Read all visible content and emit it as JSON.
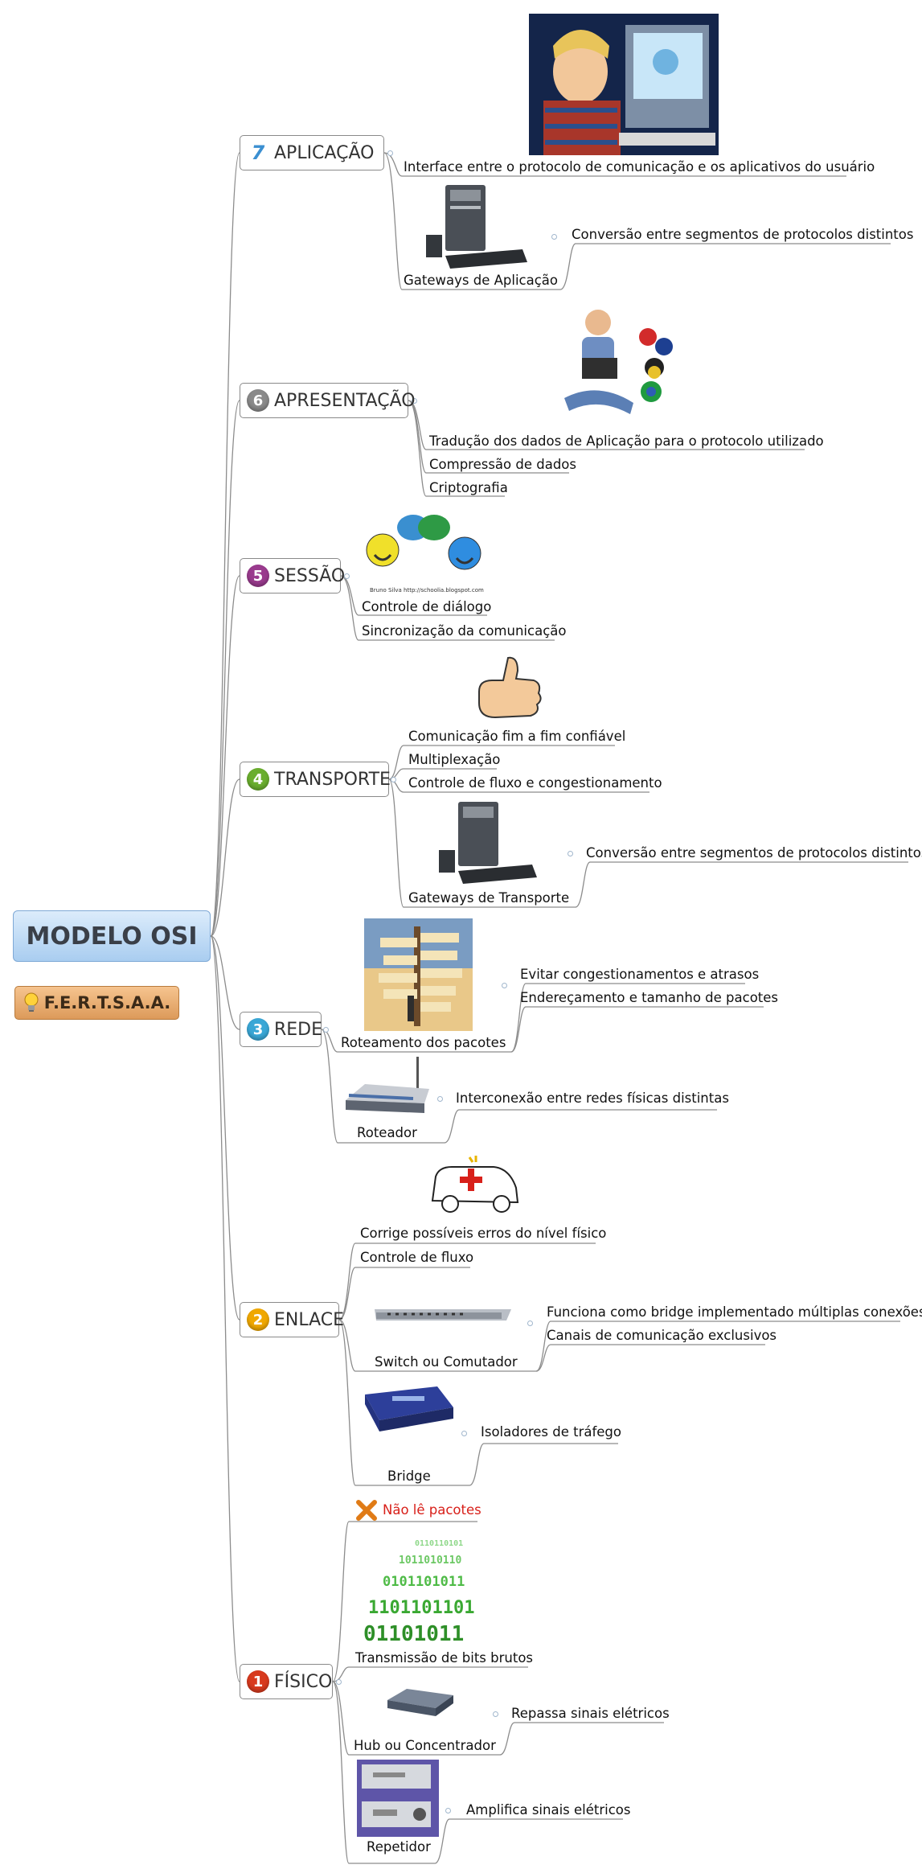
{
  "root": {
    "title": "MODELO OSI"
  },
  "tag": {
    "label": "F.E.R.T.S.A.A.",
    "icon": "lightbulb-icon"
  },
  "colors": {
    "root_fill": "#bcd9f5",
    "tag_fill": "#e6a96b",
    "line": "#8c8c8c",
    "warning": "#d8201a"
  },
  "layers": [
    {
      "number": "7",
      "name": "APLICAÇÃO",
      "color": "#3b8fd1",
      "items": [
        "Interface entre o protocolo de comunicação e os aplicativos do usuário",
        "Gateways de Aplicação"
      ],
      "subitems": [
        "Conversão entre segmentos de protocolos distintos"
      ]
    },
    {
      "number": "6",
      "name": "APRESENTAÇÃO",
      "color": "#8a8a8a",
      "items": [
        "Tradução dos dados de Aplicação para o protocolo utilizado",
        "Compressão de dados",
        "Criptografia"
      ]
    },
    {
      "number": "5",
      "name": "SESSÃO",
      "color": "#9a3b8e",
      "items": [
        "Controle de diálogo",
        "Sincronização da comunicação"
      ],
      "image_caption": "Bruno Silva   http://schoolia.blogspot.com"
    },
    {
      "number": "4",
      "name": "TRANSPORTE",
      "color": "#6aae2e",
      "items": [
        "Comunicação fim a fim confiável",
        "Multiplexação",
        "Controle de fluxo e congestionamento",
        "Gateways de Transporte"
      ],
      "subitems": [
        "Conversão entre segmentos de protocolos distintos"
      ]
    },
    {
      "number": "3",
      "name": "REDE",
      "color": "#3aa7d6",
      "items": [
        "Roteamento dos pacotes",
        "Roteador"
      ],
      "subitems": [
        "Evitar congestionamentos e atrasos",
        "Endereçamento e tamanho de pacotes",
        "Interconexão entre redes físicas distintas"
      ]
    },
    {
      "number": "2",
      "name": "ENLACE",
      "color": "#f0a800",
      "items": [
        "Corrige possíveis erros do nível físico",
        "Controle de fluxo",
        "Switch ou Comutador",
        "Bridge"
      ],
      "subitems": [
        "Funciona como bridge implementado múltiplas conexões",
        "Canais de comunicação exclusivos",
        "Isoladores de tráfego"
      ]
    },
    {
      "number": "1",
      "name": "FÍSICO",
      "color": "#d83a1e",
      "items": [
        "Não lê pacotes",
        "Transmissão de bits brutos",
        "Hub ou Concentrador",
        "Repetidor"
      ],
      "subitems": [
        "Repassa sinais elétricos",
        "Amplifica sinais elétricos"
      ]
    }
  ]
}
